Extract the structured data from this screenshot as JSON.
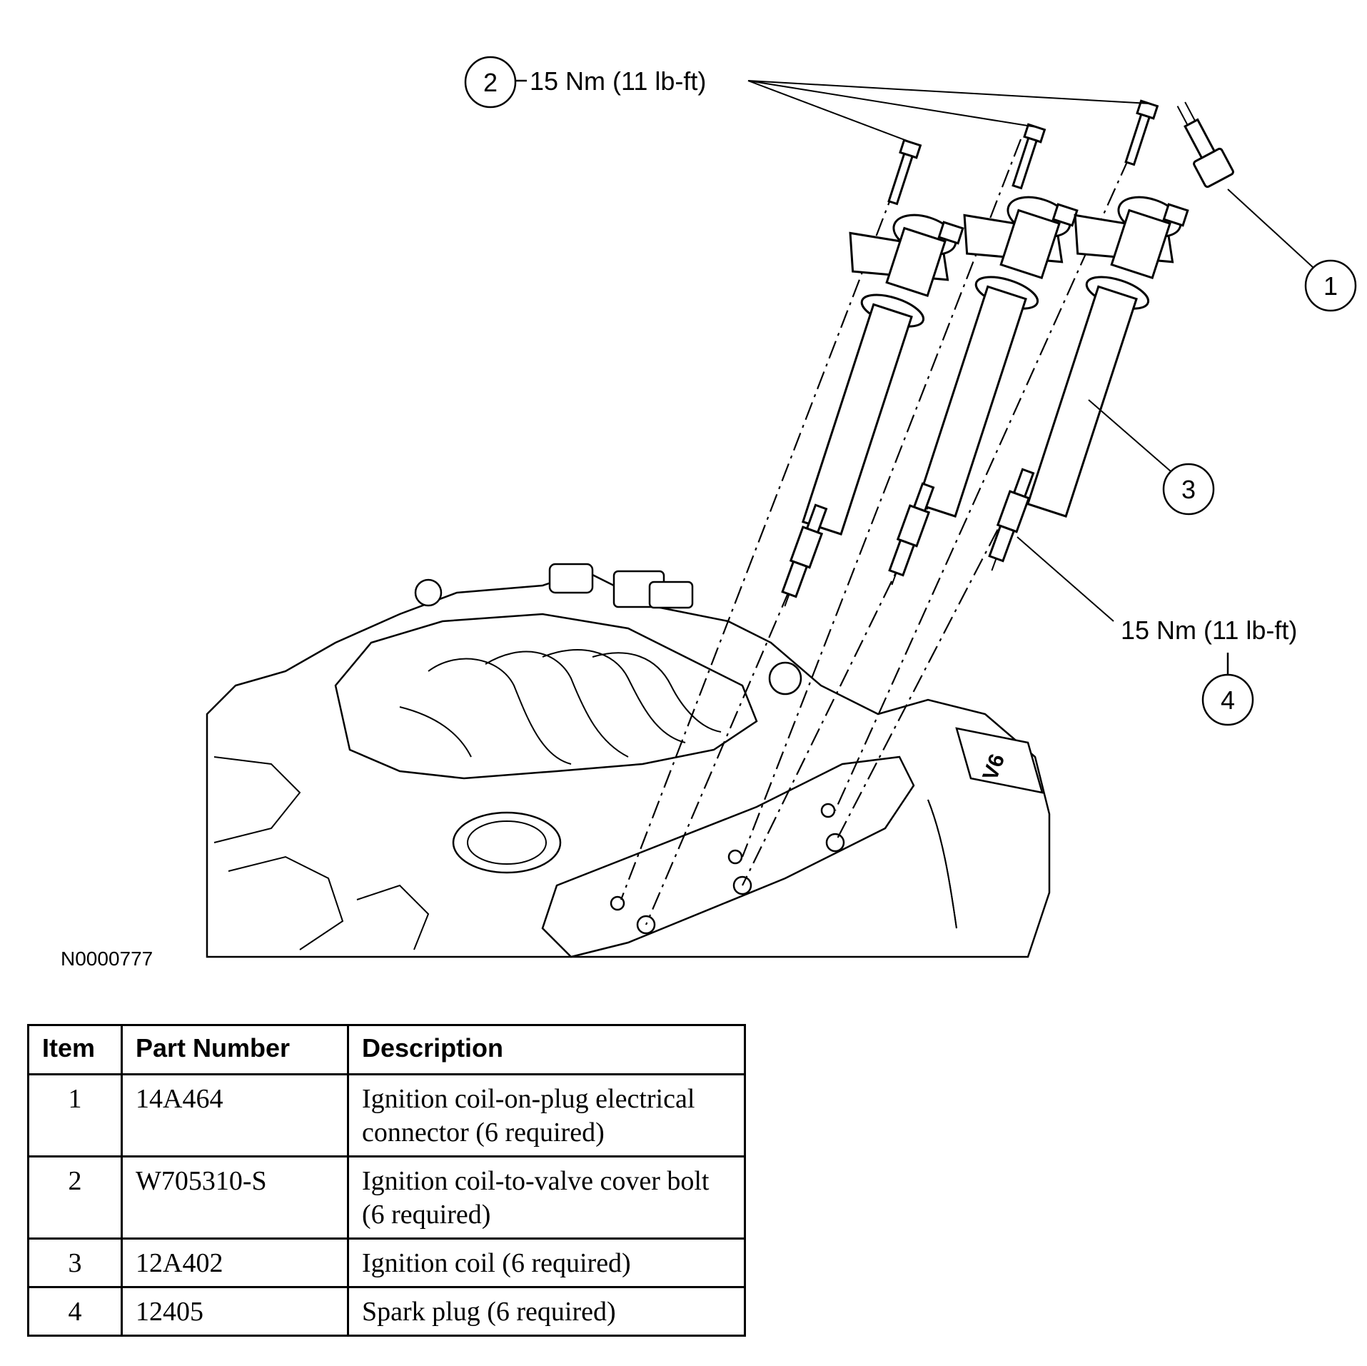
{
  "figure": {
    "id_label": "N0000777",
    "callouts": [
      {
        "number": "1"
      },
      {
        "number": "2",
        "torque": "15 Nm (11 lb-ft)"
      },
      {
        "number": "3"
      },
      {
        "number": "4",
        "torque": "15 Nm (11 lb-ft)"
      }
    ],
    "engine_badge": "V6"
  },
  "table": {
    "headers": [
      "Item",
      "Part Number",
      "Description"
    ],
    "rows": [
      {
        "item": "1",
        "part_number": "14A464",
        "description": "Ignition coil-on-plug electrical connector (6 required)"
      },
      {
        "item": "2",
        "part_number": "W705310-S",
        "description": "Ignition coil-to-valve cover bolt (6 required)"
      },
      {
        "item": "3",
        "part_number": "12A402",
        "description": "Ignition coil (6 required)"
      },
      {
        "item": "4",
        "part_number": "12405",
        "description": "Spark plug (6 required)"
      }
    ]
  }
}
